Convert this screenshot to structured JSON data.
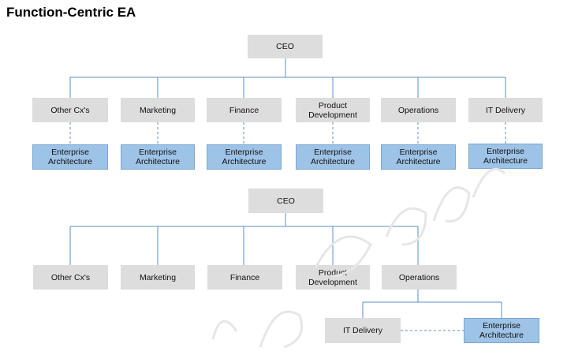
{
  "title": "Function-Centric EA",
  "diagram1": {
    "root": "CEO",
    "functions": [
      "Other Cx's",
      "Marketing",
      "Finance",
      "Product\nDevelopment",
      "Operations",
      "IT Delivery"
    ],
    "ea_label": "Enterprise\nArchitecture"
  },
  "diagram2": {
    "root": "CEO",
    "functions": [
      "Other Cx's",
      "Marketing",
      "Finance",
      "Product\nDevelopment",
      "Operations"
    ],
    "it_delivery": "IT Delivery",
    "ea_label": "Enterprise\nArchitecture"
  },
  "colors": {
    "box_grey": "#dddddd",
    "box_blue": "#9dc3e6",
    "connector": "#5b8fc7"
  }
}
